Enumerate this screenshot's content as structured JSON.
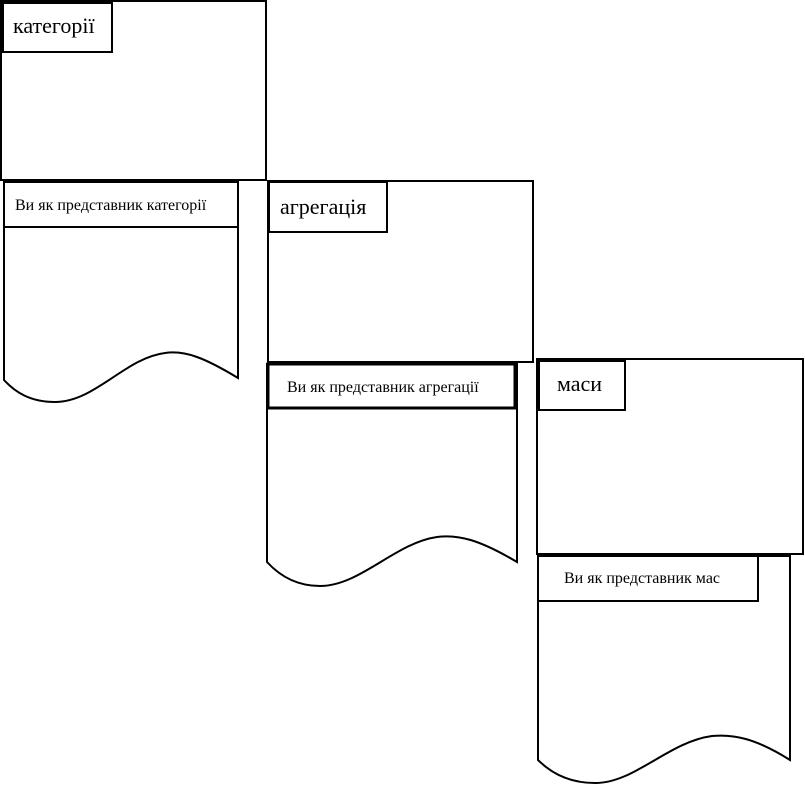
{
  "blocks": [
    {
      "title": "категорії",
      "document_label": "Ви як представник категорії"
    },
    {
      "title": "агрегація",
      "document_label": "Ви як представник агрегації"
    },
    {
      "title": "маси",
      "document_label": "Ви як представник мас"
    }
  ]
}
